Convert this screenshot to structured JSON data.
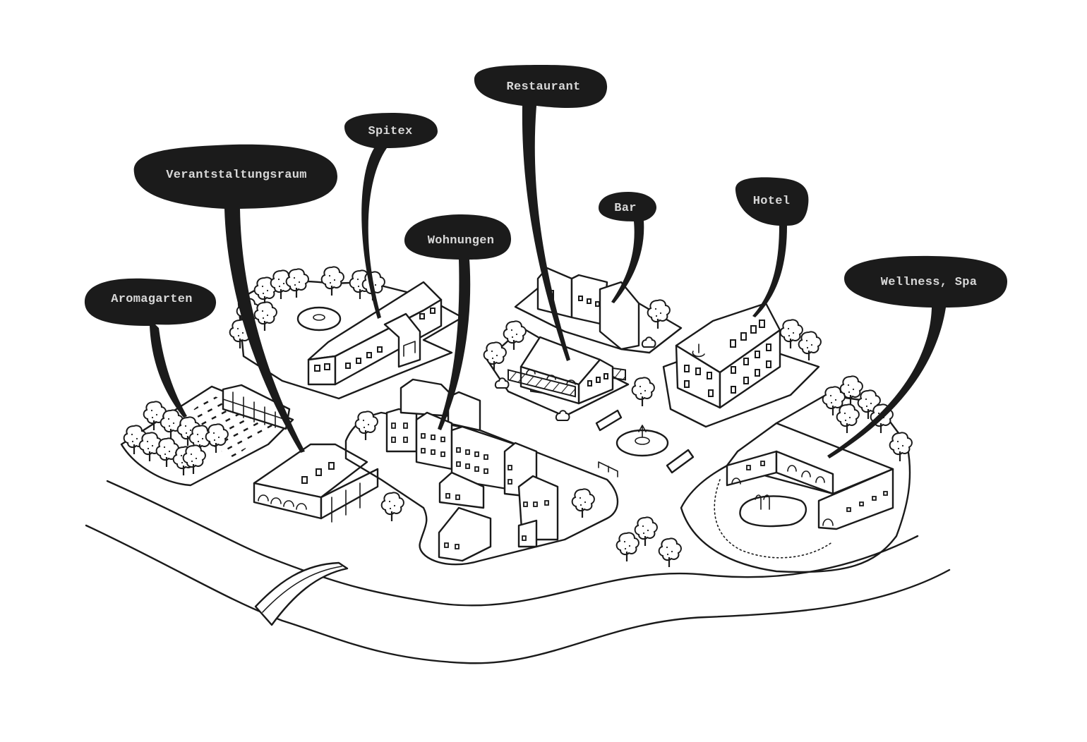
{
  "map": {
    "style": "hand-drawn isometric village map",
    "ink_color": "#1a1a1a",
    "label_bubble_color": "#1b1b1b",
    "label_text_color": "#d8d8d8",
    "background_color": "#ffffff"
  },
  "labels": {
    "aromagarten": "Aromagarten",
    "verantstaltungsraum": "Verantstaltungsraum",
    "spitex": "Spitex",
    "wohnungen": "Wohnungen",
    "restaurant": "Restaurant",
    "bar": "Bar",
    "hotel": "Hotel",
    "wellness": "Wellness, Spa"
  },
  "features": {
    "river": "river",
    "bridge": "bridge",
    "fountain_square": "fountain square",
    "park_fountain": "park fountain",
    "pool": "pool"
  }
}
